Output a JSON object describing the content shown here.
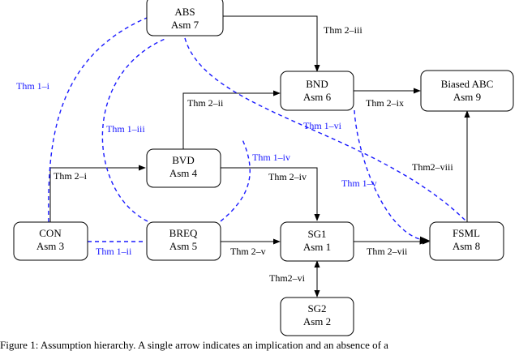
{
  "nodes": {
    "abs": {
      "name": "ABS",
      "asm": "Asm 7"
    },
    "bnd": {
      "name": "BND",
      "asm": "Asm 6"
    },
    "biased_abc": {
      "name": "Biased ABC",
      "asm": "Asm 9"
    },
    "bvd": {
      "name": "BVD",
      "asm": "Asm 4"
    },
    "con": {
      "name": "CON",
      "asm": "Asm 3"
    },
    "breq": {
      "name": "BREQ",
      "asm": "Asm 5"
    },
    "sg1": {
      "name": "SG1",
      "asm": "Asm 1"
    },
    "fsml": {
      "name": "FSML",
      "asm": "Asm 8"
    },
    "sg2": {
      "name": "SG2",
      "asm": "Asm 2"
    }
  },
  "thm2_labels": {
    "iii": "Thm 2–iii",
    "ii": "Thm 2–ii",
    "ix": "Thm 2–ix",
    "i": "Thm 2–i",
    "iv": "Thm 2–iv",
    "viii": "Thm2–viii",
    "v": "Thm 2–v",
    "vii": "Thm 2–vii",
    "vi": "Thm2–vi"
  },
  "thm1_labels": {
    "i": "Thm 1–i",
    "iii": "Thm 1–iii",
    "vi": "Thm 1–vi",
    "iv": "Thm 1–iv",
    "v": "Thm 1–v",
    "ii": "Thm 1–ii"
  },
  "caption": "Figure 1: Assumption hierarchy. A single arrow indicates an implication and an absence of a",
  "colors": {
    "thm1": "#1a1aff",
    "thm2": "#000000"
  }
}
